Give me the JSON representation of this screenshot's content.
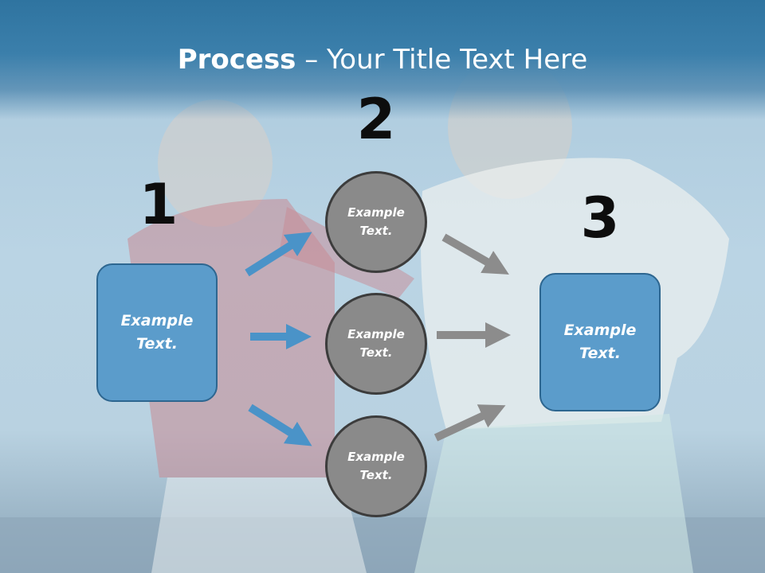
{
  "title": {
    "bold": "Process",
    "rest": " – Your Title Text Here"
  },
  "steps": {
    "one": {
      "number": "1",
      "box": {
        "line1": "Example",
        "line2": "Text."
      }
    },
    "two": {
      "number": "2",
      "circles": [
        {
          "line1": "Example",
          "line2": "Text."
        },
        {
          "line1": "Example",
          "line2": "Text."
        },
        {
          "line1": "Example",
          "line2": "Text."
        }
      ]
    },
    "three": {
      "number": "3",
      "box": {
        "line1": "Example",
        "line2": "Text."
      }
    }
  },
  "colors": {
    "accent_blue": "#5b9ccb",
    "arrow_blue": "#4a93c8",
    "arrow_gray": "#8c8c8c",
    "circle_gray": "#8a8a8a"
  }
}
